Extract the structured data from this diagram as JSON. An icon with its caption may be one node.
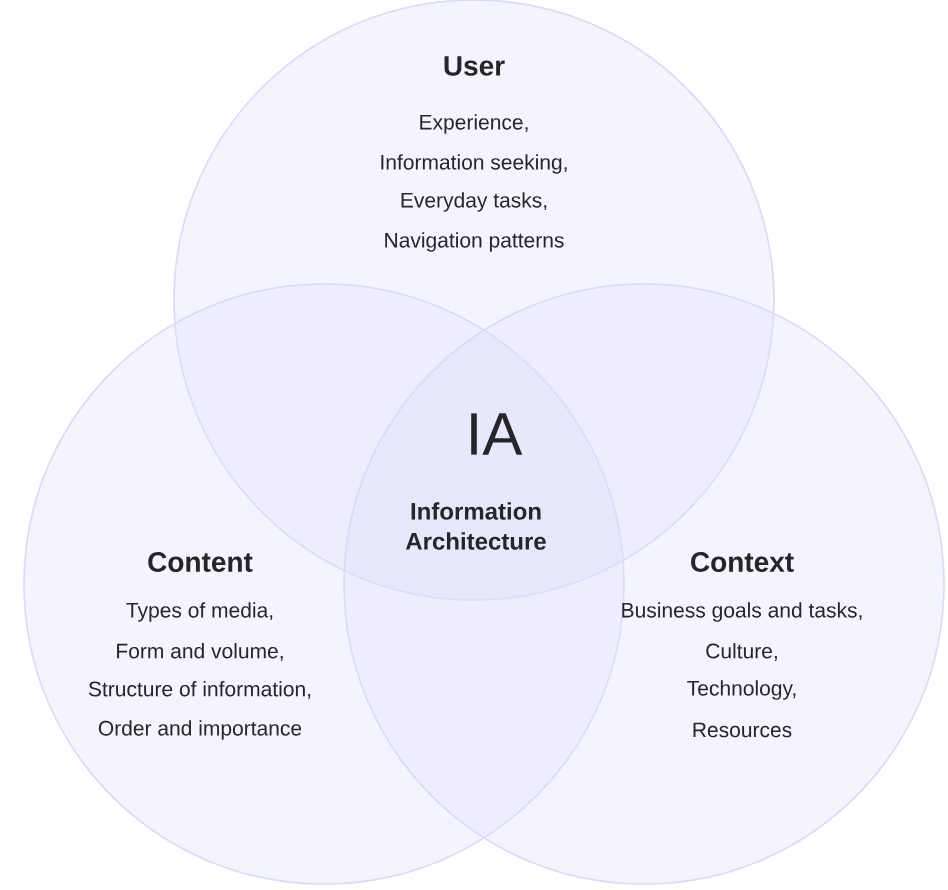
{
  "diagram": {
    "nodes": [
      {
        "text": [
          "User",
          "Experience,",
          "Information seeking,",
          "Everyday tasks,",
          "Navigation patterns"
        ]
      },
      {
        "text": [
          "Content",
          "Types of media,",
          "Form and volume,",
          "Structure of information,",
          "Order and importance"
        ]
      },
      {
        "text": [
          "Context",
          "Business goals and tasks,",
          "Culture,",
          "Technology,",
          "Resources"
        ]
      },
      {
        "text": [
          "IA",
          "Information Architecture"
        ]
      }
    ],
    "edges": []
  }
}
